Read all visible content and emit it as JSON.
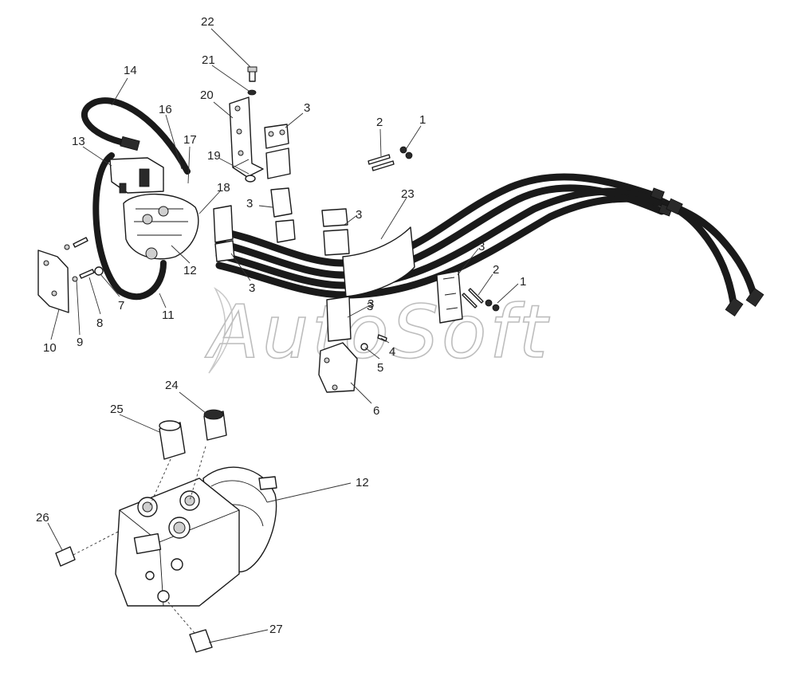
{
  "watermark": {
    "text": "AutoSoft"
  },
  "callouts": [
    "22",
    "21",
    "20",
    "3",
    "2",
    "1",
    "14",
    "16",
    "17",
    "13",
    "19",
    "18",
    "3",
    "23",
    "3",
    "3",
    "12",
    "7",
    "8",
    "9",
    "10",
    "11",
    "3",
    "3",
    "2",
    "1",
    "3",
    "4",
    "5",
    "6",
    "24",
    "25",
    "12",
    "26",
    "27"
  ]
}
